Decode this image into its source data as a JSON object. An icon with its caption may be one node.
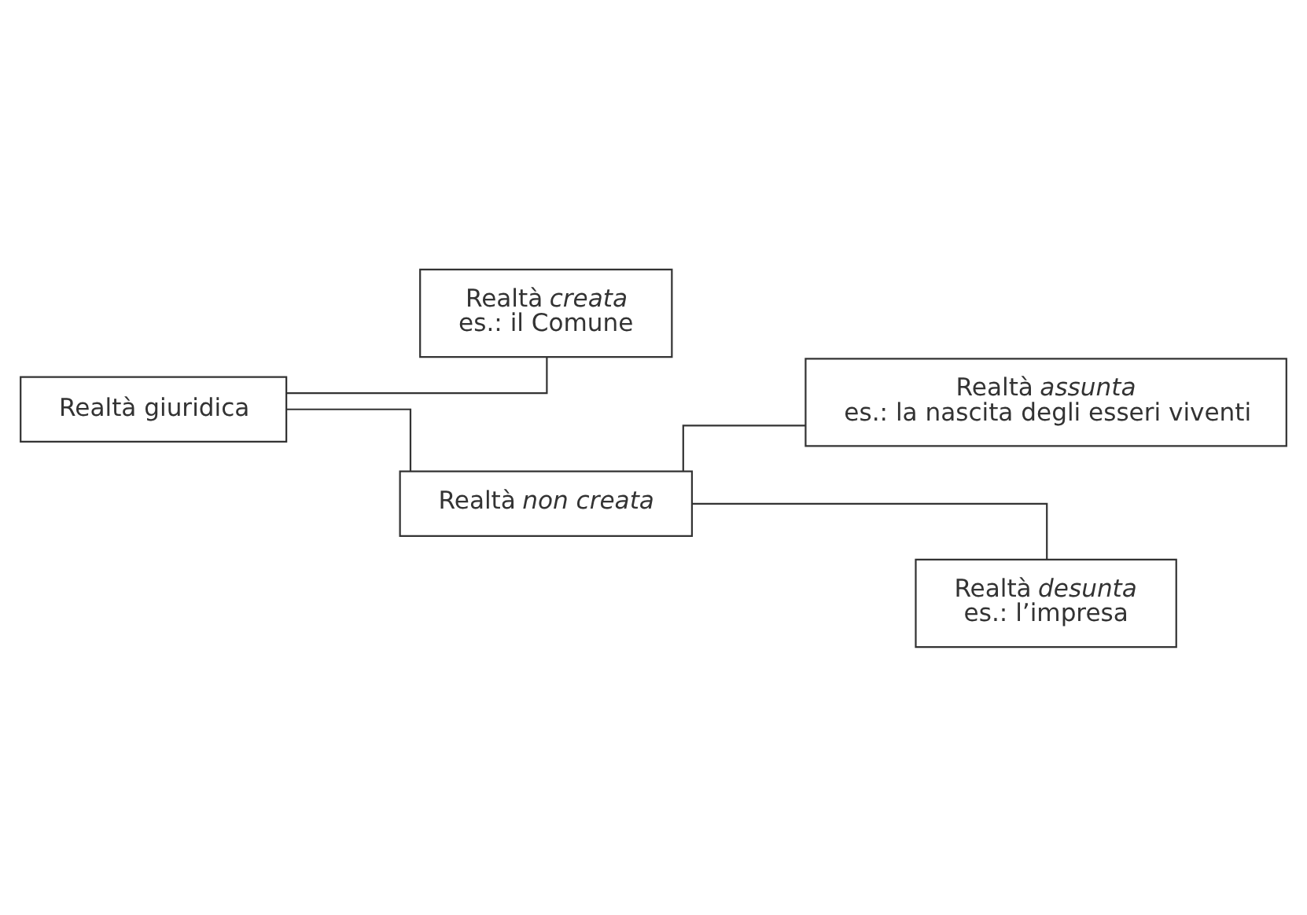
{
  "diagram": {
    "nodes": [
      {
        "text": [
          "Realtà giuridica"
        ]
      },
      {
        "text": [
          "Realtà *creata*",
          "es.: il Comune"
        ]
      },
      {
        "text": [
          "Realtà *non creata*"
        ]
      },
      {
        "text": [
          "Realtà *assunta*",
          "es.: la nascita degli esseri viventi"
        ]
      },
      {
        "text": [
          "Realtà *desunta*",
          "es.: l’impresa"
        ]
      }
    ],
    "edges": [
      {
        "from": 0,
        "to": 1,
        "arrow": "none"
      },
      {
        "from": 0,
        "to": 2,
        "arrow": "none"
      },
      {
        "from": 2,
        "to": 3,
        "arrow": "none"
      },
      {
        "from": 2,
        "to": 4,
        "arrow": "none"
      }
    ]
  }
}
